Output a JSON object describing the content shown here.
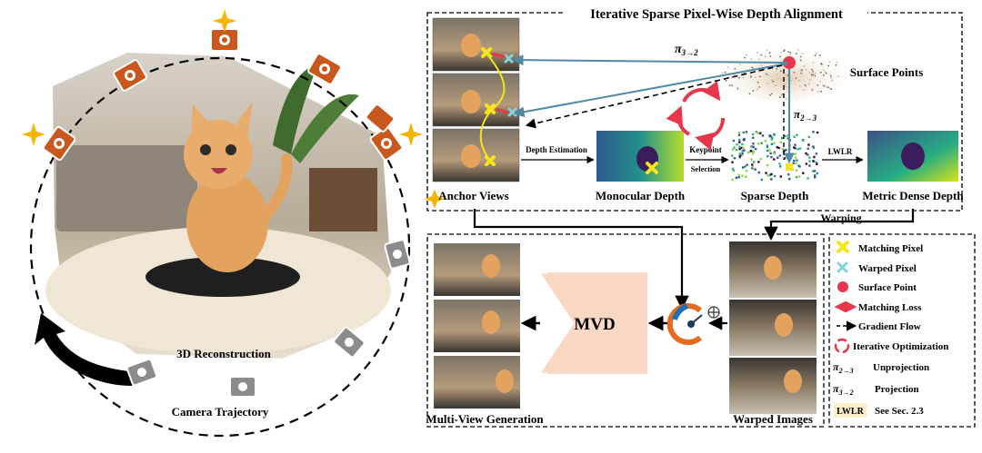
{
  "left": {
    "reconstruction_label": "3D Reconstruction",
    "trajectory_label": "Camera Trajectory"
  },
  "top_panel": {
    "title": "Iterative Sparse Pixel-Wise Depth Alignment",
    "anchor_views": "Anchor Views",
    "monocular_depth": "Monocular Depth",
    "sparse_depth": "Sparse Depth",
    "metric_dense_depth": "Metric Dense Depth",
    "surface_points": "Surface Points",
    "depth_estimation": "Depth Estimation",
    "keypoint": "Keypoint",
    "selection": "Selection",
    "lwlr": "LWLR",
    "proj_32_base": "π",
    "proj_32_sub": "3→2",
    "proj_23_base": "π",
    "proj_23_sub": "2→3"
  },
  "bottom": {
    "warping": "Warping",
    "mvd": "MVD",
    "multiview_generation": "Multi-View Generation",
    "warped_images": "Warped Images"
  },
  "legend": {
    "items": [
      {
        "label": "Matching Pixel",
        "icon": "yellow-cross-icon"
      },
      {
        "label": "Warped Pixel",
        "icon": "cyan-cross-icon"
      },
      {
        "label": "Surface Point",
        "icon": "red-dot-icon"
      },
      {
        "label": "Matching Loss",
        "icon": "red-double-arrow-icon"
      },
      {
        "label": "Gradient Flow",
        "icon": "dashed-arrow-icon"
      },
      {
        "label": "Iterative Optimization",
        "icon": "cycle-arrows-icon"
      },
      {
        "label": "Unprojection",
        "icon": "pi-symbol",
        "sym_base": "π",
        "sym_sub": "2→3"
      },
      {
        "label": "Projection",
        "icon": "pi-symbol",
        "sym_base": "π",
        "sym_sub": "3→2"
      },
      {
        "label": "See Sec. 2.3",
        "icon": "lwlr-tag",
        "tag": "LWLR"
      }
    ]
  },
  "colors": {
    "arrow_blue": "#4f8ba6",
    "mvd_fill": "#f9d9c4",
    "camera_orange": "#c8581d",
    "camera_gray": "#8c8c8c",
    "matching_yellow": "#f6e51c",
    "warped_cyan": "#7fd6dd",
    "surface_red": "#e8364a",
    "lwlr_fill": "#fdeec7"
  }
}
